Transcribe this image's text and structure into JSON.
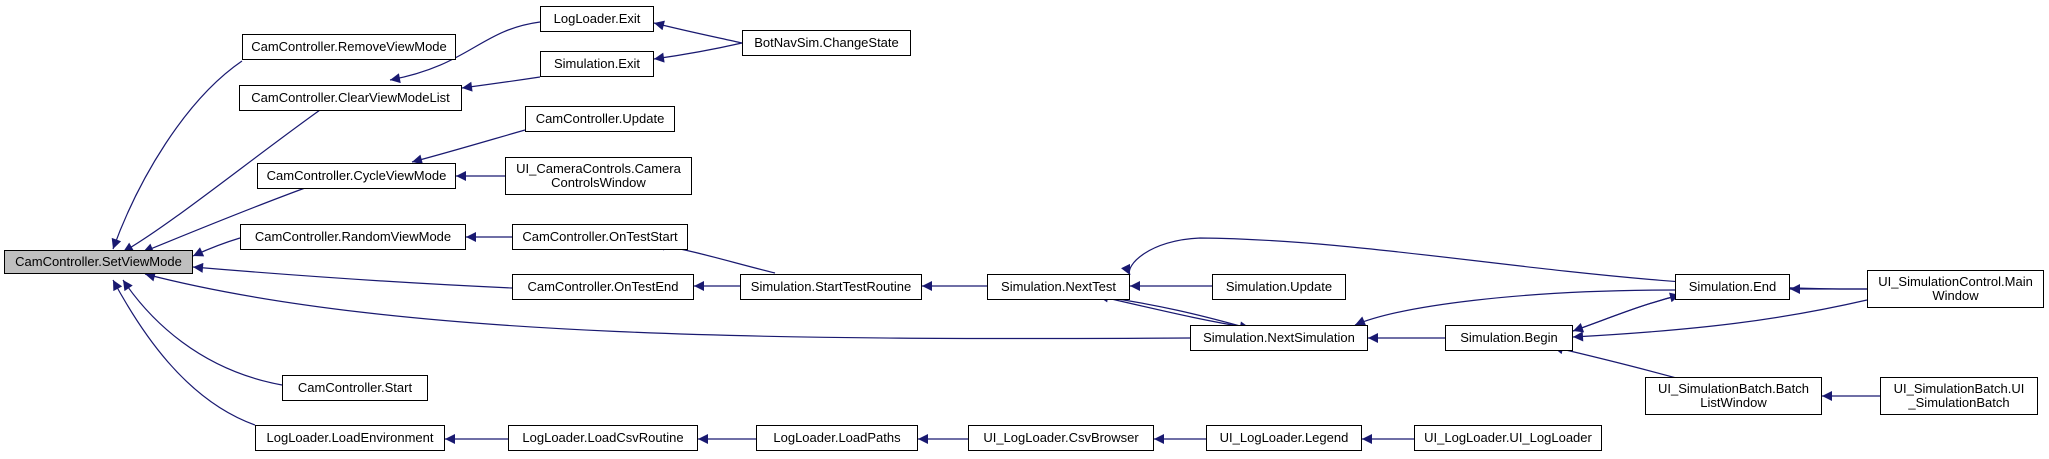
{
  "colors": {
    "edge": "#191970",
    "root_fill": "#bfbfbf",
    "node_border": "#000000"
  },
  "nodes": {
    "setviewmode": "CamController.SetViewMode",
    "removeviewmode": "CamController.RemoveViewMode",
    "clearviewmodelist": "CamController.ClearViewModeList",
    "cycleviewmode": "CamController.CycleViewMode",
    "randomviewmode": "CamController.RandomViewMode",
    "ontestend": "CamController.OnTestEnd",
    "start": "CamController.Start",
    "loadenvironment": "LogLoader.LoadEnvironment",
    "logloader_exit": "LogLoader.Exit",
    "simulation_exit": "Simulation.Exit",
    "changestate": "BotNavSim.ChangeState",
    "camcontroller_update": "CamController.Update",
    "cameracontrolswindow": "UI_CameraControls.Camera\nControlsWindow",
    "ontestStart": "CamController.OnTestStart",
    "starttestroutine": "Simulation.StartTestRoutine",
    "nexttest": "Simulation.NextTest",
    "simulation_update": "Simulation.Update",
    "nextsimulation": "Simulation.NextSimulation",
    "simulation_end": "Simulation.End",
    "simulation_begin": "Simulation.Begin",
    "mainwindow": "UI_SimulationControl.Main\nWindow",
    "batchlistwindow": "UI_SimulationBatch.Batch\nListWindow",
    "simulationbatch": "UI_SimulationBatch.UI\n_SimulationBatch",
    "loadcsvroutine": "LogLoader.LoadCsvRoutine",
    "loadpaths": "LogLoader.LoadPaths",
    "csvbrowser": "UI_LogLoader.CsvBrowser",
    "legend": "UI_LogLoader.Legend",
    "ui_logloader": "UI_LogLoader.UI_LogLoader"
  }
}
